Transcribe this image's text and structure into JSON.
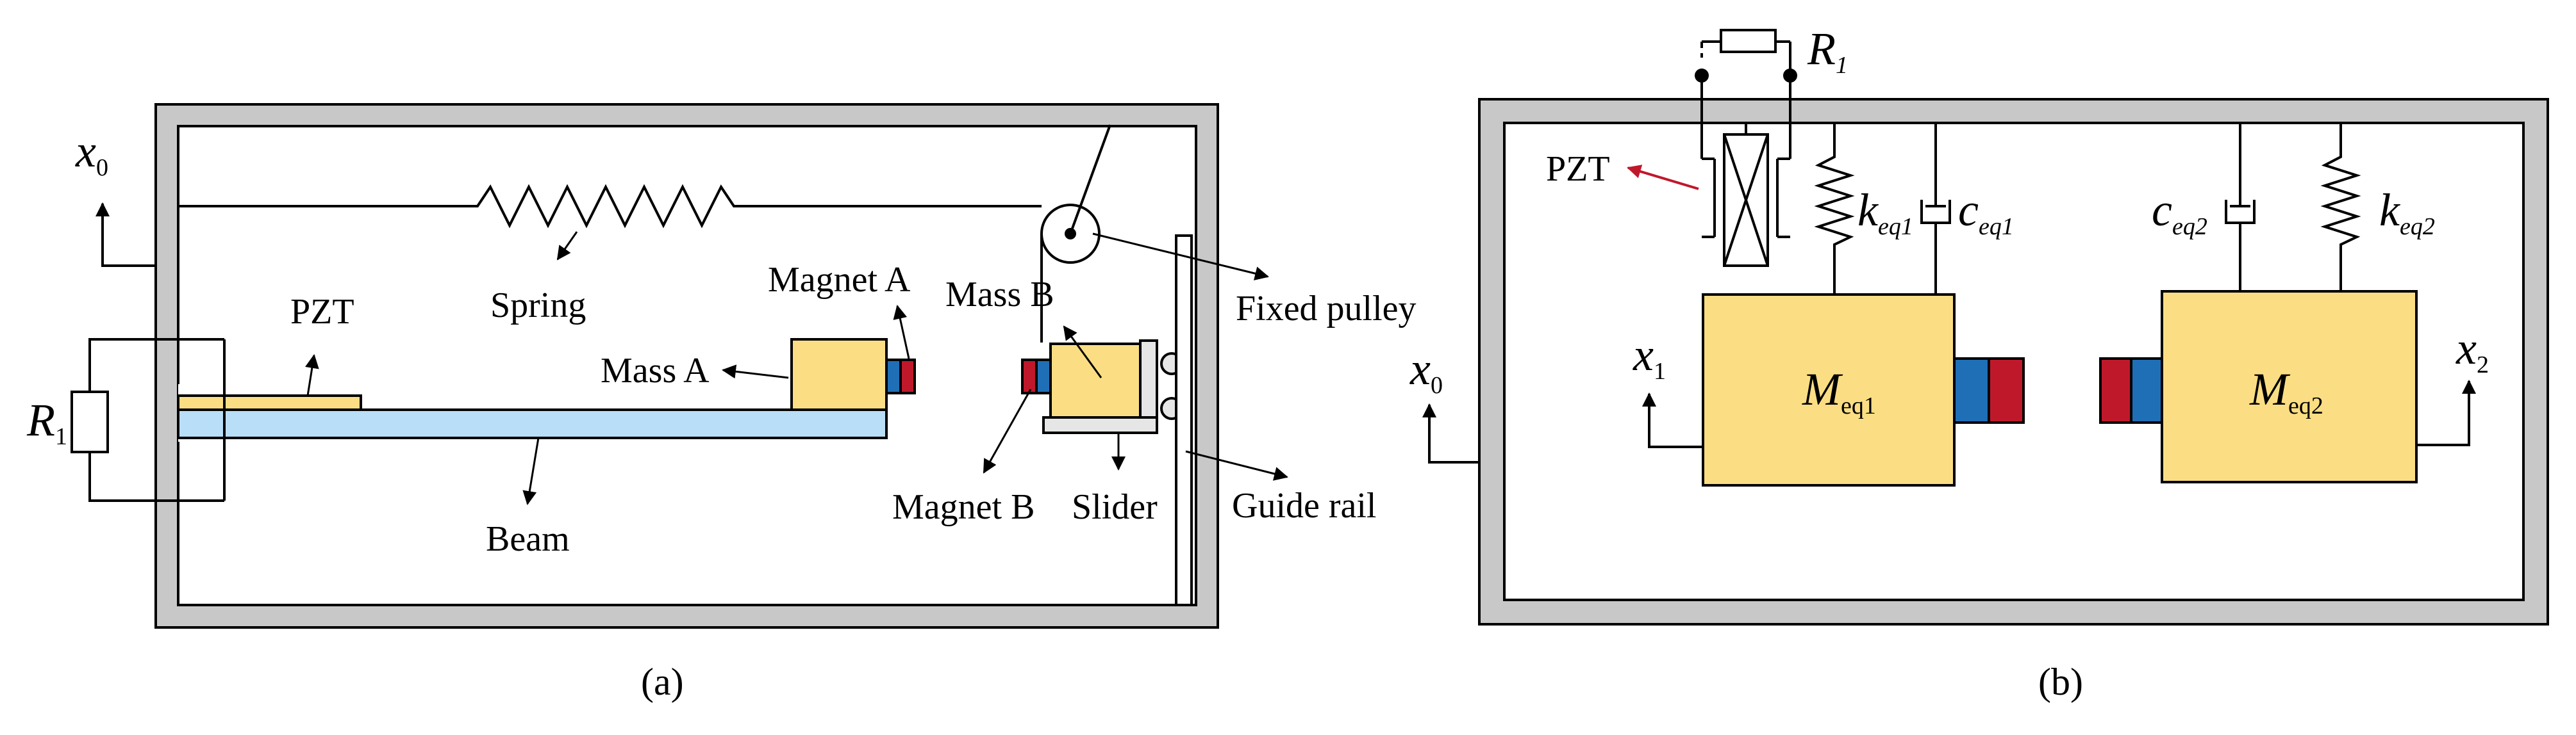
{
  "colors": {
    "frame_fill": "#c8c8c8",
    "mass_fill": "#fbde83",
    "beam_fill": "#b9def7",
    "magnet_blue": "#1f6fb7",
    "magnet_red": "#c0182b",
    "pzt_arrow": "#c0182b",
    "line": "#000000"
  },
  "icons": [
    "spring-icon",
    "damper-icon",
    "resistor-icon",
    "pulley-icon",
    "wheel-icon",
    "arrow-icon"
  ],
  "panel_a": {
    "caption": "(a)",
    "x0": {
      "base": "x",
      "sub": "0"
    },
    "r1": {
      "base": "R",
      "sub": "1"
    },
    "labels": {
      "pzt": "PZT",
      "spring": "Spring",
      "magnet_a": "Magnet A",
      "mass_a": "Mass A",
      "mass_b": "Mass B",
      "fixed_pulley": "Fixed pulley",
      "beam": "Beam",
      "magnet_b": "Magnet B",
      "slider": "Slider",
      "guide_rail": "Guide rail"
    }
  },
  "panel_b": {
    "caption": "(b)",
    "x0": {
      "base": "x",
      "sub": "0"
    },
    "r1": {
      "base": "R",
      "sub": "1"
    },
    "pzt": "PZT",
    "keq1": {
      "base": "k",
      "sub": "eq1"
    },
    "ceq1": {
      "base": "c",
      "sub": "eq1"
    },
    "ceq2": {
      "base": "c",
      "sub": "eq2"
    },
    "keq2": {
      "base": "k",
      "sub": "eq2"
    },
    "x1": {
      "base": "x",
      "sub": "1"
    },
    "x2": {
      "base": "x",
      "sub": "2"
    },
    "meq1": {
      "base": "M",
      "sub": "eq1"
    },
    "meq2": {
      "base": "M",
      "sub": "eq2"
    }
  }
}
